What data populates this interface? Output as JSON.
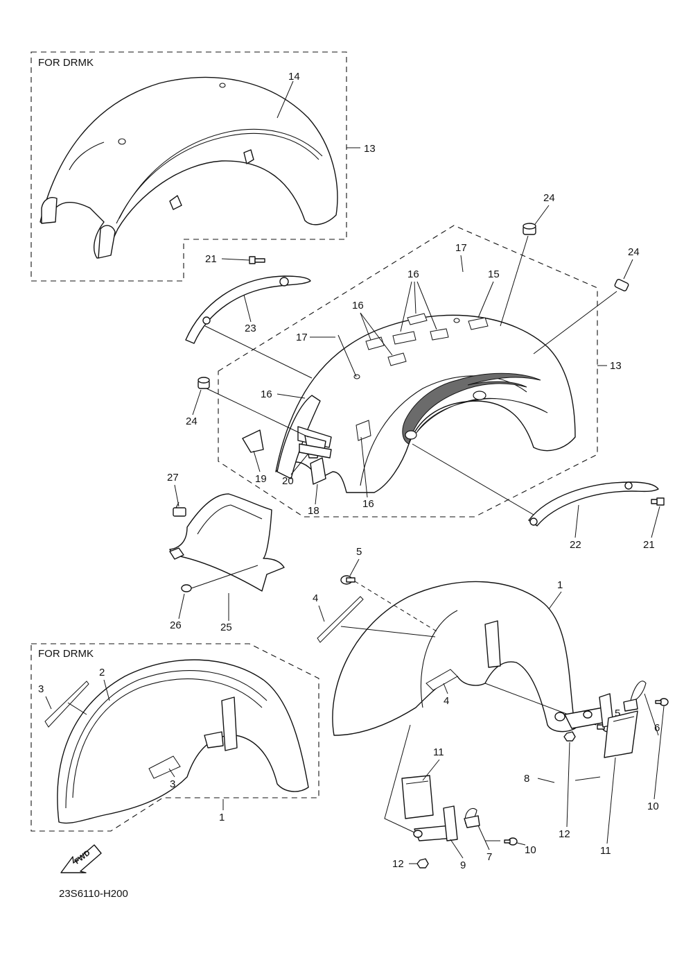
{
  "diagram": {
    "code": "23S6110-H200",
    "variant_label": "FOR DRMK",
    "fwd_label": "FWD",
    "callouts": {
      "c1a": "1",
      "c1b": "1",
      "c2": "2",
      "c3a": "3",
      "c3b": "3",
      "c4a": "4",
      "c4b": "4",
      "c5a": "5",
      "c5b": "5",
      "c6": "6",
      "c7": "7",
      "c8": "8",
      "c9": "9",
      "c10a": "10",
      "c10b": "10",
      "c11a": "11",
      "c11b": "11",
      "c12a": "12",
      "c12b": "12",
      "c13a": "13",
      "c13b": "13",
      "c14": "14",
      "c15": "15",
      "c16a": "16",
      "c16b": "16",
      "c16c": "16",
      "c16d": "16",
      "c17a": "17",
      "c17b": "17",
      "c18": "18",
      "c19": "19",
      "c20": "20",
      "c21a": "21",
      "c21b": "21",
      "c22": "22",
      "c23": "23",
      "c24a": "24",
      "c24b": "24",
      "c24c": "24",
      "c25": "25",
      "c26": "26",
      "c27": "27"
    }
  }
}
